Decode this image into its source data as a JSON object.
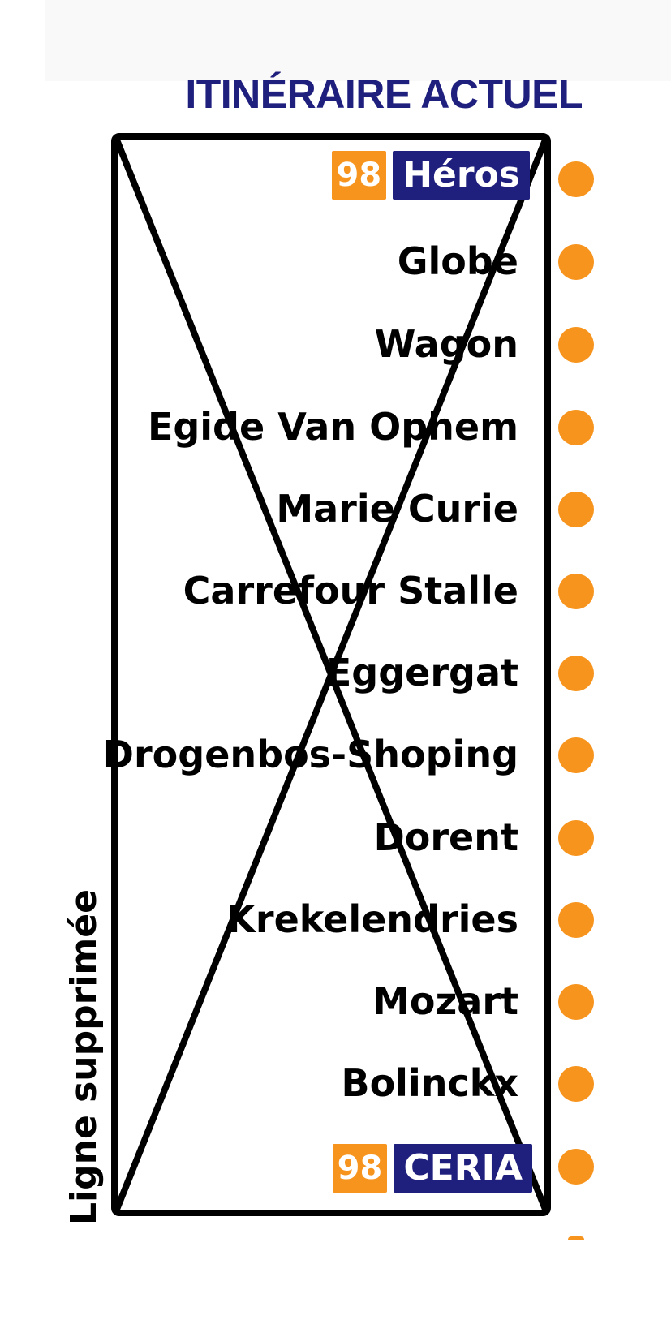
{
  "title": "ITINÉRAIRE ACTUEL",
  "side_note": "Ligne supprimée",
  "colors": {
    "title": "#1f1f7e",
    "badge": "#f7941d",
    "terminal_bg": "#1f1f7e",
    "dot": "#f7941d",
    "frame": "#000000"
  },
  "route": {
    "line_number": "98",
    "start": "Héros",
    "end": "CERIA",
    "stops": [
      "Globe",
      "Wagon",
      "Egide Van Ophem",
      "Marie Curie",
      "Carrefour Stalle",
      "Eggergat",
      "Drogenbos-Shoping",
      "Dorent",
      "Krekelendries",
      "Mozart",
      "Bolinckx"
    ]
  }
}
